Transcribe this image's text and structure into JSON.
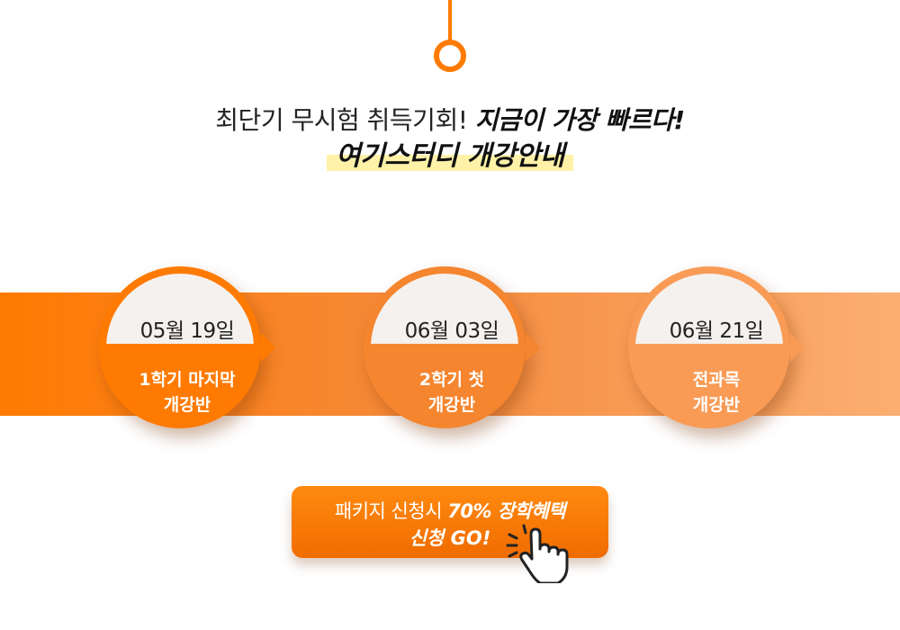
{
  "header": {
    "line1_plain": "최단기 무시험 취득기회!",
    "line1_strong": "지금이 가장 빠르다!",
    "line2": "여기스터디 개강안내"
  },
  "schedule": [
    {
      "date": "05월 19일",
      "label_line1": "1학기 마지막",
      "label_line2": "개강반"
    },
    {
      "date": "06월 03일",
      "label_line1": "2학기 첫",
      "label_line2": "개강반"
    },
    {
      "date": "06월 21일",
      "label_line1": "전과목",
      "label_line2": "개강반"
    }
  ],
  "cta": {
    "line1_plain": "패키지 신청시",
    "line1_strong": "70% 장학혜택",
    "line2": "신청 GO!",
    "icon": "pointer-hand-icon"
  },
  "colors": {
    "accent": "#FF7A00",
    "highlight": "#FFF2A8"
  }
}
